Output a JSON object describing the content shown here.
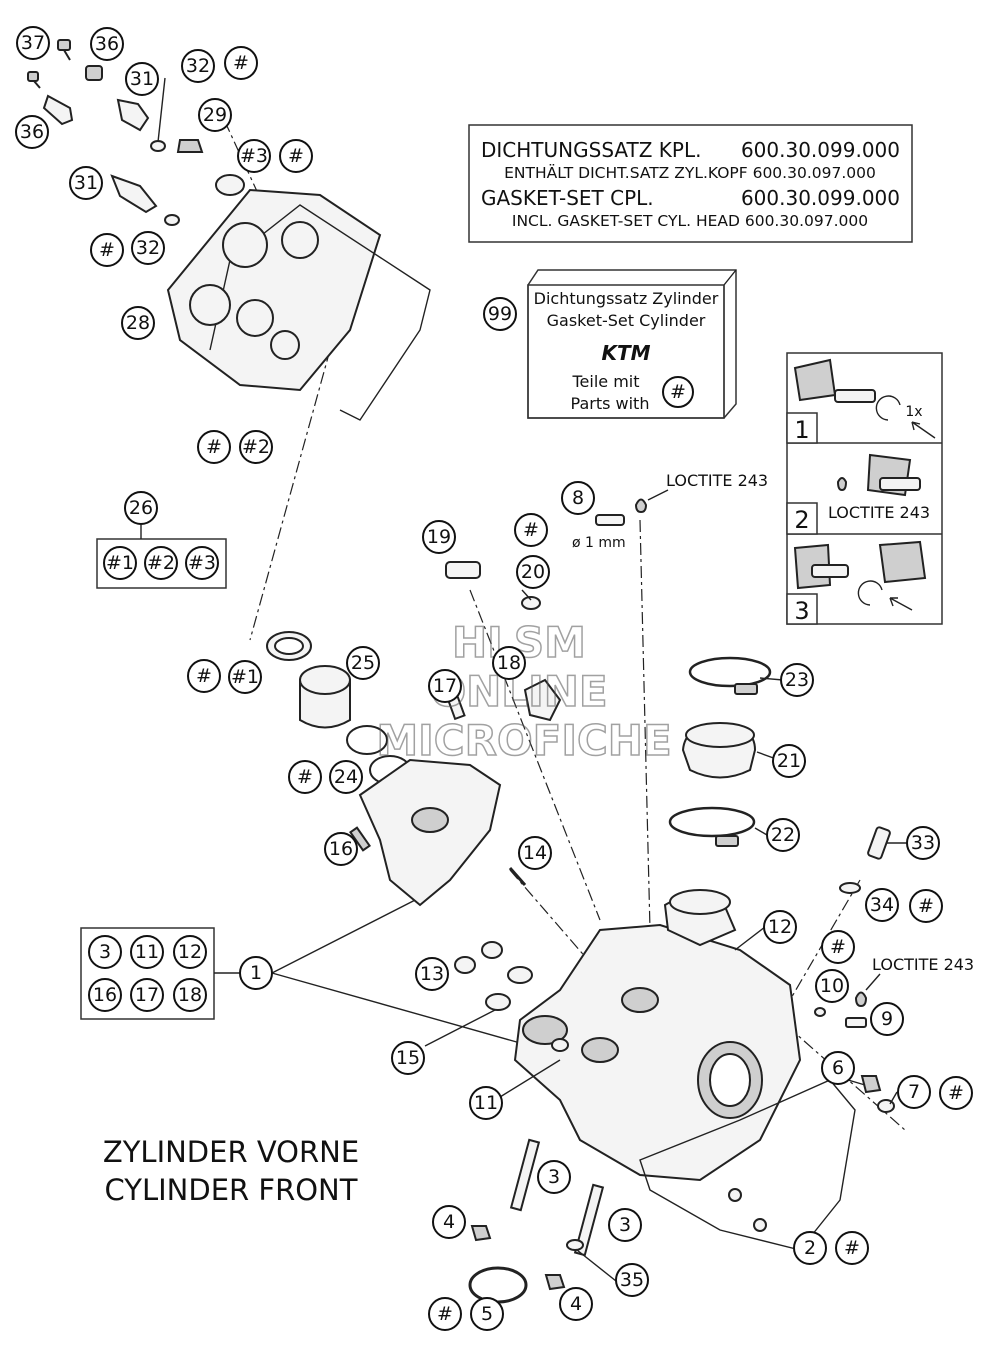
{
  "gasket_box": {
    "line1_label": "DICHTUNGSSATZ KPL.",
    "line1_code": "600.30.099.000",
    "line2": "ENTHÄLT DICHT.SATZ ZYL.KOPF 600.30.097.000",
    "line3_label": "GASKET-SET CPL.",
    "line3_code": "600.30.099.000",
    "line4": "INCL. GASKET-SET CYL. HEAD 600.30.097.000"
  },
  "set_box": {
    "line1": "Dichtungssatz Zylinder",
    "line2": "Gasket-Set Cylinder",
    "logo": "KTM",
    "line3": "Teile mit",
    "line4": "Parts with",
    "hash": "#",
    "callout": "99"
  },
  "steps": [
    {
      "num": "1",
      "note": "1x"
    },
    {
      "num": "2",
      "note": "LOCTITE 243"
    },
    {
      "num": "3",
      "note": ""
    }
  ],
  "loctite_labels": [
    "LOCTITE 243",
    "LOCTITE 243"
  ],
  "diameter_label": "ø 1 mm",
  "group_26": {
    "callout": "26",
    "items": [
      "#1",
      "#2",
      "#3"
    ]
  },
  "group_1": {
    "callout": "1",
    "items": [
      "3",
      "11",
      "12",
      "16",
      "17",
      "18"
    ]
  },
  "title": {
    "line1": "ZYLINDER VORNE",
    "line2": "CYLINDER FRONT"
  },
  "watermark": {
    "line1": "HLSM",
    "line2": "ONLINE",
    "line3": "MICROFICHE"
  },
  "callouts": [
    {
      "label": "37"
    },
    {
      "label": "36"
    },
    {
      "label": "31"
    },
    {
      "label": "32"
    },
    {
      "label": "#"
    },
    {
      "label": "36"
    },
    {
      "label": "29"
    },
    {
      "label": "#3"
    },
    {
      "label": "#"
    },
    {
      "label": "31"
    },
    {
      "label": "#"
    },
    {
      "label": "32"
    },
    {
      "label": "28"
    },
    {
      "label": "#"
    },
    {
      "label": "#2"
    },
    {
      "label": "8"
    },
    {
      "label": "19"
    },
    {
      "label": "#"
    },
    {
      "label": "20"
    },
    {
      "label": "#"
    },
    {
      "label": "#1"
    },
    {
      "label": "25"
    },
    {
      "label": "18"
    },
    {
      "label": "17"
    },
    {
      "label": "23"
    },
    {
      "label": "#"
    },
    {
      "label": "24"
    },
    {
      "label": "21"
    },
    {
      "label": "16"
    },
    {
      "label": "14"
    },
    {
      "label": "22"
    },
    {
      "label": "33"
    },
    {
      "label": "34"
    },
    {
      "label": "#"
    },
    {
      "label": "12"
    },
    {
      "label": "#"
    },
    {
      "label": "13"
    },
    {
      "label": "10"
    },
    {
      "label": "9"
    },
    {
      "label": "15"
    },
    {
      "label": "6"
    },
    {
      "label": "7"
    },
    {
      "label": "#"
    },
    {
      "label": "11"
    },
    {
      "label": "3"
    },
    {
      "label": "4"
    },
    {
      "label": "3"
    },
    {
      "label": "2"
    },
    {
      "label": "#"
    },
    {
      "label": "#"
    },
    {
      "label": "5"
    },
    {
      "label": "35"
    },
    {
      "label": "4"
    }
  ]
}
